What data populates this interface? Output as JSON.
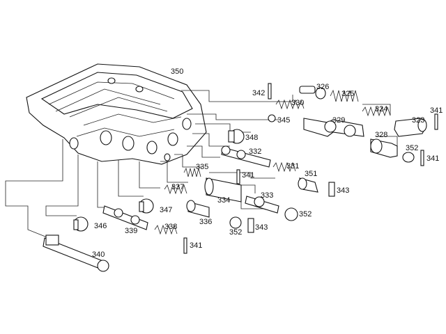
{
  "diagram": {
    "part_labels": [
      "350",
      "342",
      "326",
      "325",
      "330",
      "324",
      "323",
      "341",
      "345",
      "329",
      "348",
      "328",
      "352",
      "341",
      "332",
      "335",
      "341",
      "331",
      "351",
      "343",
      "337",
      "334",
      "333",
      "347",
      "336",
      "352",
      "339",
      "343",
      "346",
      "338",
      "352",
      "341",
      "340"
    ]
  }
}
